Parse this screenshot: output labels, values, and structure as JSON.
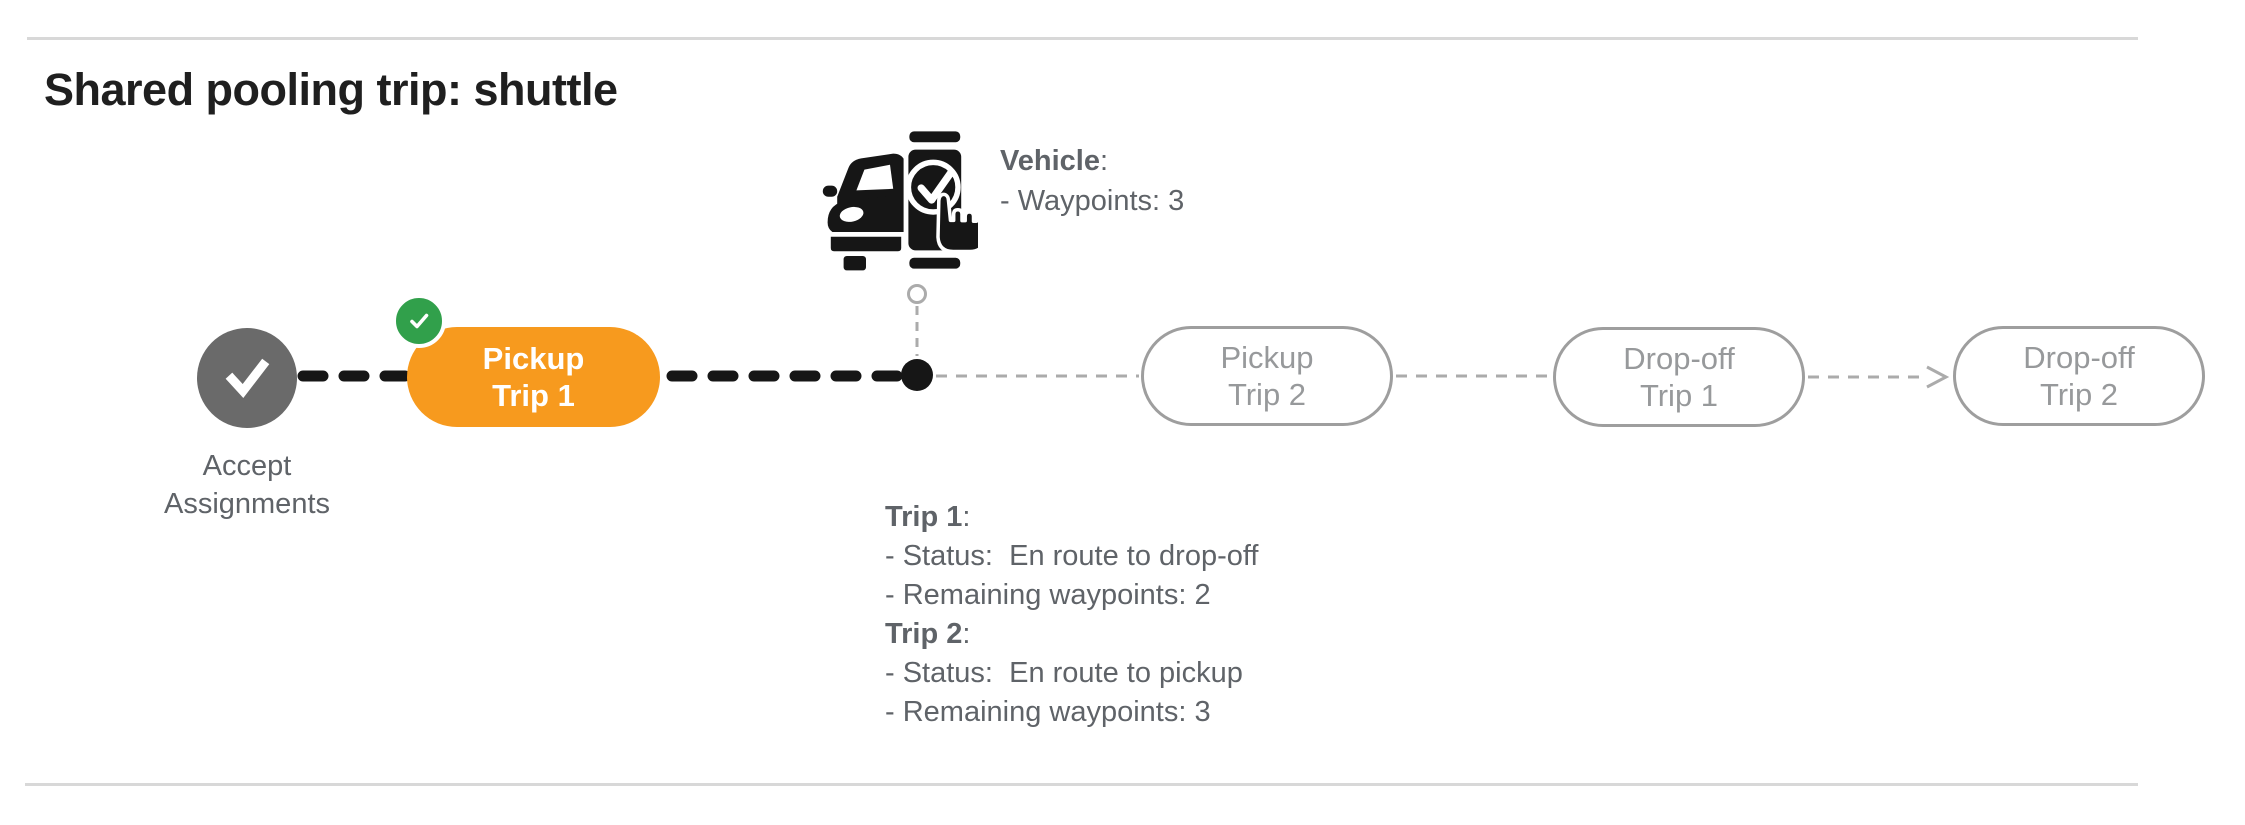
{
  "page": {
    "title": "Shared pooling trip: shuttle"
  },
  "timeline": {
    "accept_node": {
      "label_line1": "Accept",
      "label_line2": "Assignments",
      "state": "completed"
    },
    "pills": [
      {
        "line1": "Pickup",
        "line2": "Trip 1",
        "state": "current-completed"
      },
      {
        "line1": "Pickup",
        "line2": "Trip 2",
        "state": "pending"
      },
      {
        "line1": "Drop-off",
        "line2": "Trip 1",
        "state": "pending"
      },
      {
        "line1": "Drop-off",
        "line2": "Trip 2",
        "state": "pending"
      }
    ]
  },
  "vehicle_panel": {
    "heading": "Vehicle",
    "heading_colon": ":",
    "detail": "- Waypoints: 3"
  },
  "trip_panel": {
    "trip1_heading": "Trip 1",
    "trip1_colon": ":",
    "trip1_status": "- Status:  En route to drop-off",
    "trip1_waypoints": "- Remaining waypoints: 2",
    "trip2_heading": "Trip 2",
    "trip2_colon": ":",
    "trip2_status": "- Status:  En route to pickup",
    "trip2_waypoints": "- Remaining waypoints: 3"
  },
  "icons": {
    "vehicle": "vehicle-phone-check-icon",
    "completed_node": "checkmark-icon",
    "completed_badge": "checkmark-badge-icon",
    "current_position": "current-position-dot"
  },
  "colors": {
    "current_pill_orange": "#F79A1E",
    "completed_badge_green": "#31A04B",
    "completed_node_gray": "#6A6A6A",
    "pending_outline_gray": "#9E9E9E",
    "body_text_gray": "#5F6368",
    "connector_black": "#161616",
    "connector_gray": "#ABABAB",
    "divider_gray": "#D8D8D8"
  }
}
